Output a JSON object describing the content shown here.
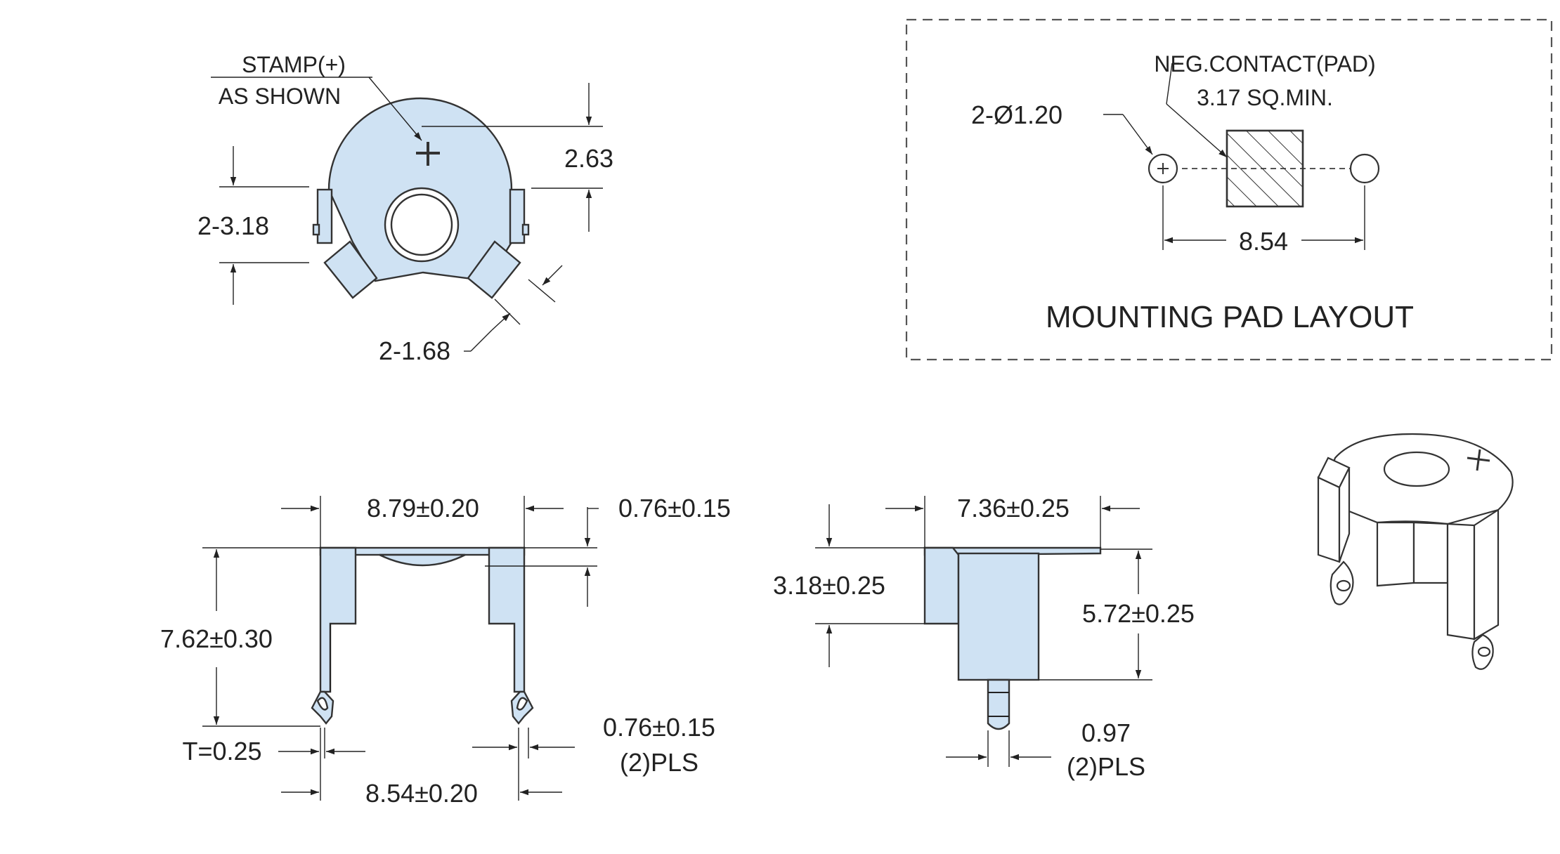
{
  "top_view": {
    "stamp_note_line1": "STAMP(+)",
    "stamp_note_line2": "AS SHOWN",
    "dim_height": "2.63",
    "dim_width": "2-3.18",
    "dim_leg": "2-1.68"
  },
  "pad_layout": {
    "title": "MOUNTING PAD LAYOUT",
    "neg_contact_line1": "NEG.CONTACT(PAD)",
    "neg_contact_line2": "3.17 SQ.MIN.",
    "hole_dim": "2-Ø1.20",
    "pitch_dim": "8.54"
  },
  "front_view": {
    "dim_top_width": "8.79±0.20",
    "dim_thickness_top": "0.76±0.15",
    "dim_height": "7.62±0.30",
    "dim_thickness": "T=0.25",
    "dim_pin_width": "0.76±0.15",
    "dim_pin_width_note": "(2)PLS",
    "dim_pin_pitch": "8.54±0.20"
  },
  "side_view": {
    "dim_width": "7.36±0.25",
    "dim_upper": "3.18±0.25",
    "dim_height": "5.72±0.25",
    "dim_pin": "0.97",
    "dim_pin_note": "(2)PLS"
  },
  "colors": {
    "part_fill": "#cfe2f3",
    "line": "#222222"
  }
}
